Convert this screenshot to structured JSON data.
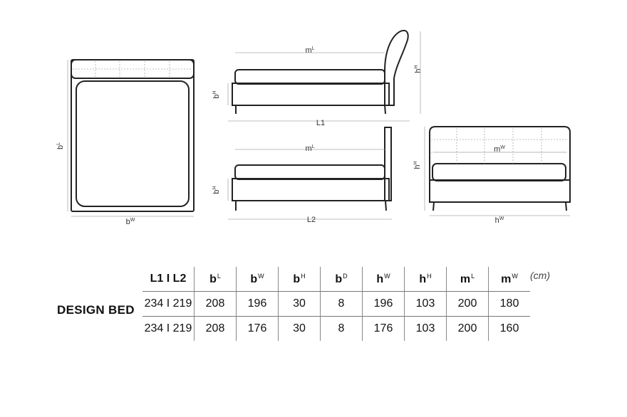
{
  "drawings": {
    "top_view": {
      "width_label": "b",
      "width_sup": "W",
      "length_label": "b",
      "length_sup": "L"
    },
    "side_view_1": {
      "length_label": "L1",
      "mattress_label": "m",
      "mattress_sup": "L",
      "height_label": "b",
      "height_sup": "H",
      "head_label": "h",
      "head_sup": "H"
    },
    "side_view_2": {
      "length_label": "L2",
      "mattress_label": "m",
      "mattress_sup": "L",
      "height_label": "b",
      "height_sup": "H"
    },
    "front_view": {
      "width_label": "h",
      "width_sup": "W",
      "mattress_label": "m",
      "mattress_sup": "W",
      "head_label": "h",
      "head_sup": "H"
    }
  },
  "spec_table": {
    "product_name": "DESIGN BED",
    "unit": "(cm)",
    "headers": [
      {
        "label": "L1 I L2",
        "sup": ""
      },
      {
        "label": "b",
        "sup": "L"
      },
      {
        "label": "b",
        "sup": "W"
      },
      {
        "label": "b",
        "sup": "H"
      },
      {
        "label": "b",
        "sup": "D"
      },
      {
        "label": "h",
        "sup": "W"
      },
      {
        "label": "h",
        "sup": "H"
      },
      {
        "label": "m",
        "sup": "L"
      },
      {
        "label": "m",
        "sup": "W"
      }
    ],
    "rows": [
      [
        "234 I 219",
        "208",
        "196",
        "30",
        "8",
        "196",
        "103",
        "200",
        "180"
      ],
      [
        "234 I 219",
        "208",
        "176",
        "30",
        "8",
        "176",
        "103",
        "200",
        "160"
      ]
    ]
  }
}
